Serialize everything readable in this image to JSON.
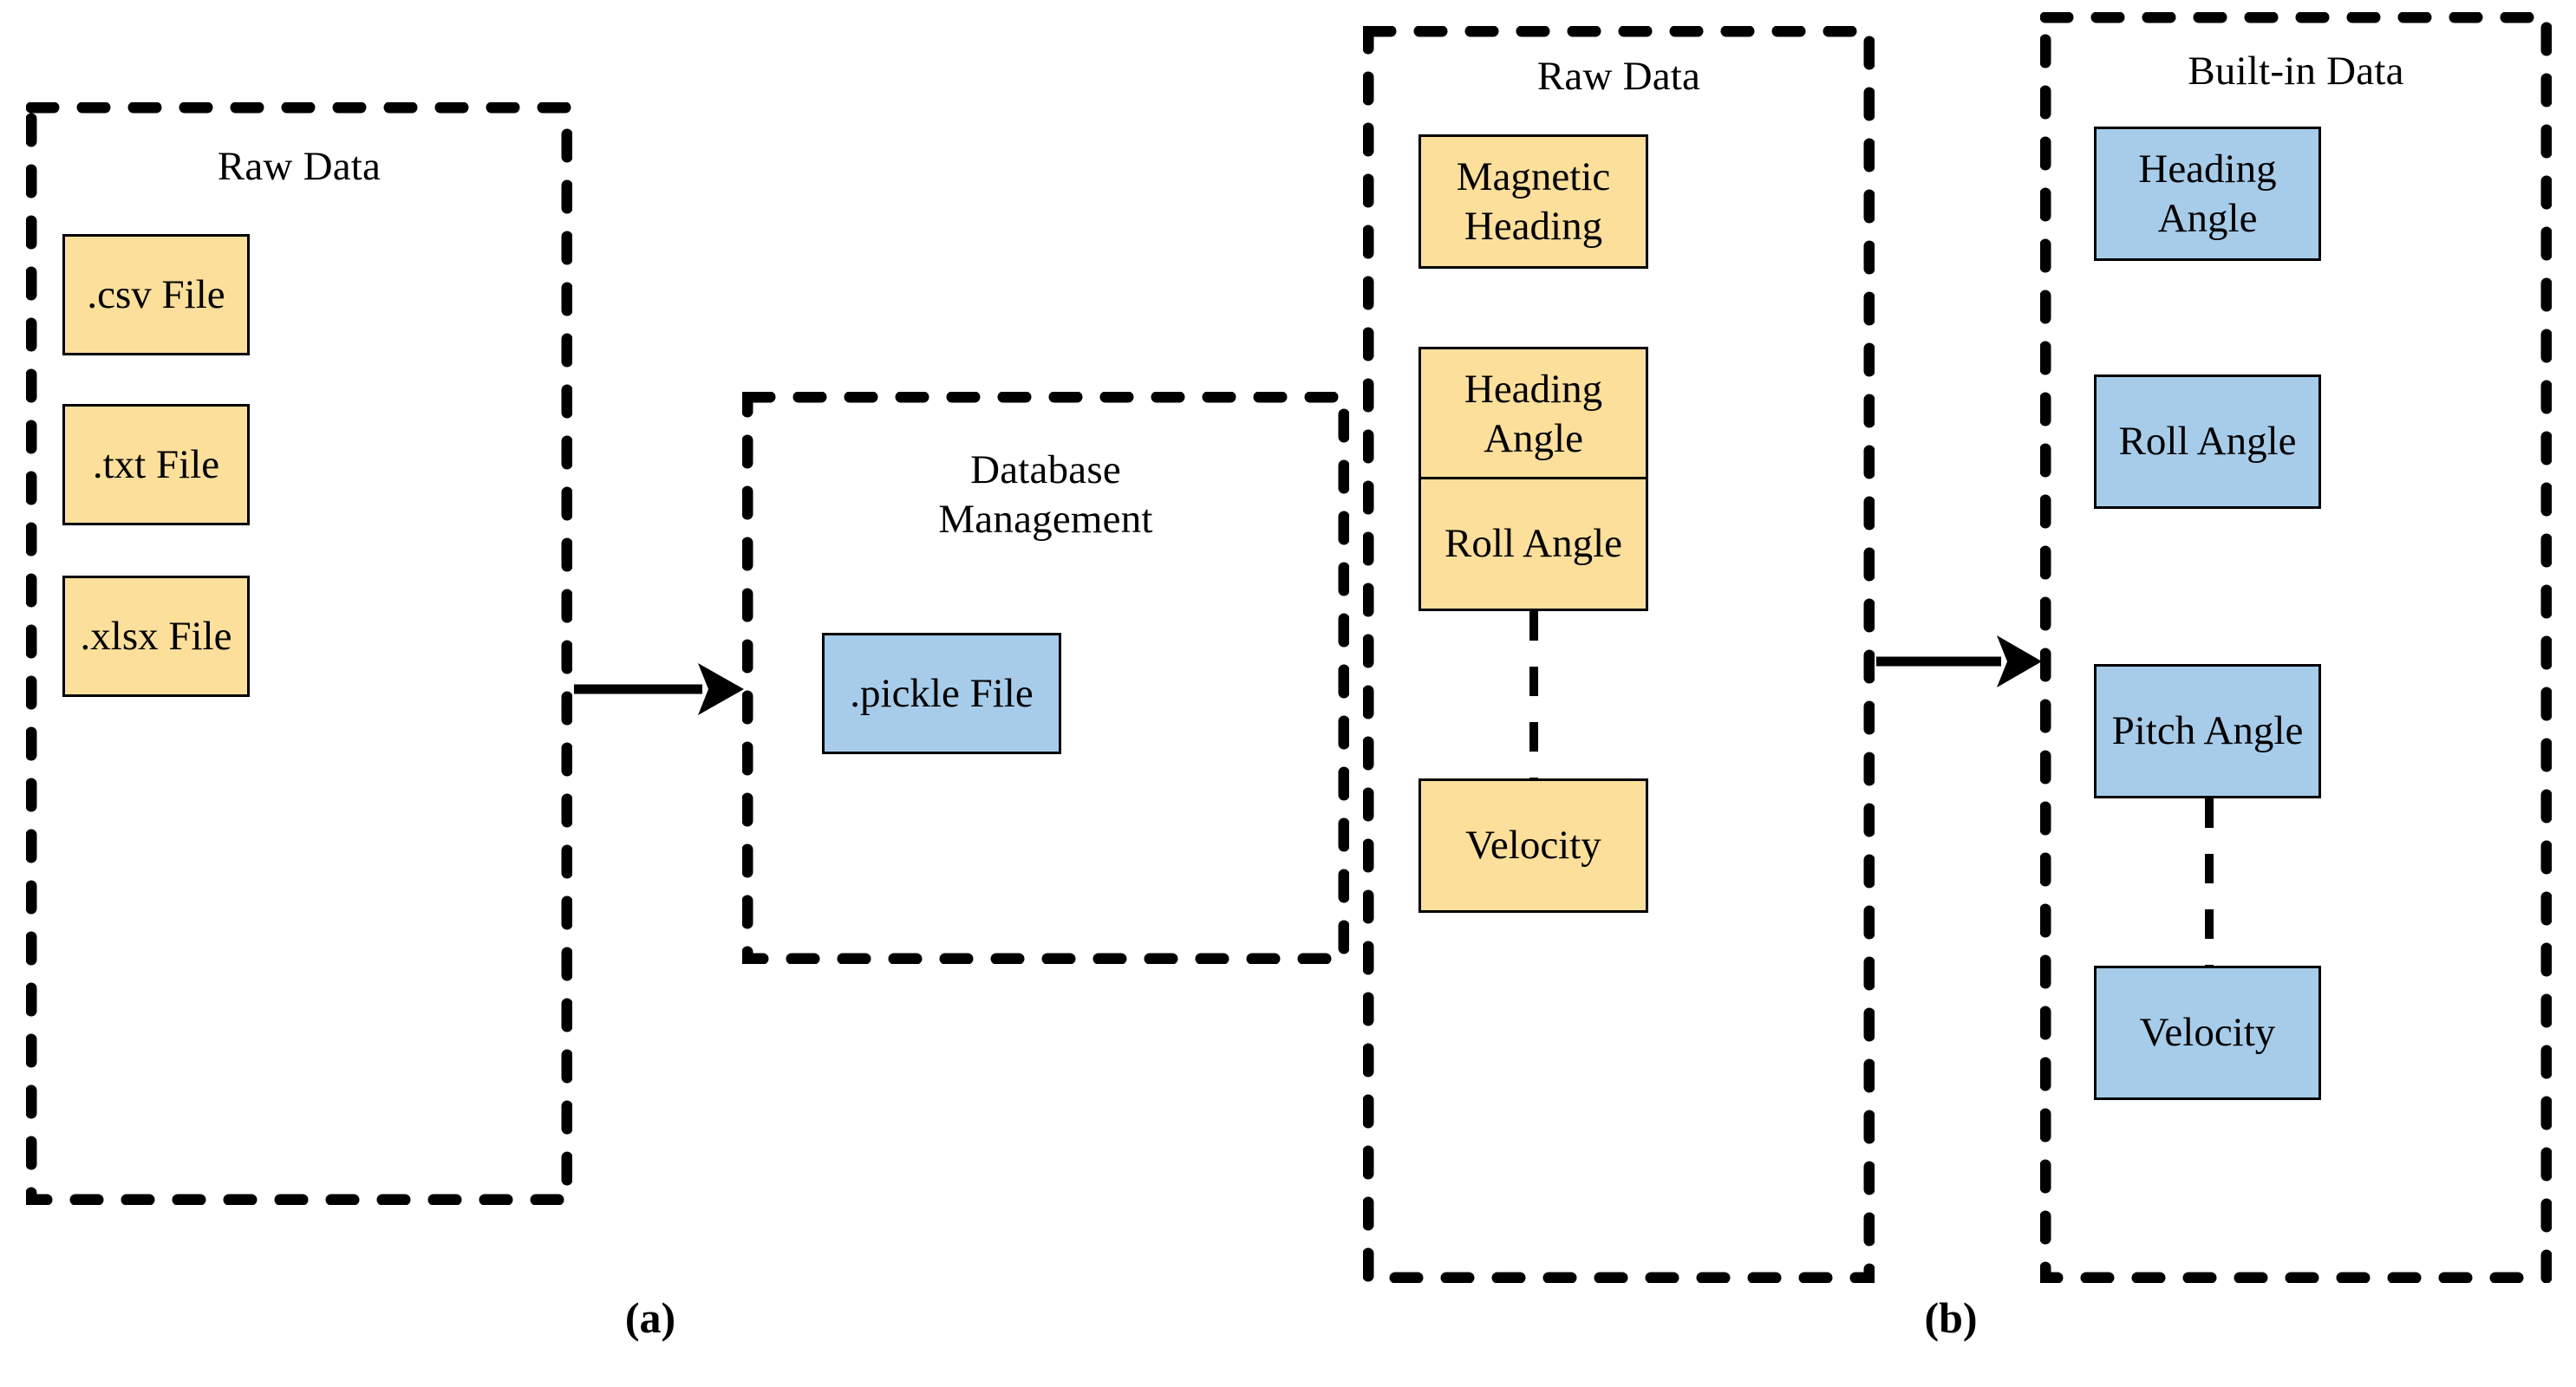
{
  "figure": {
    "background_color": "#ffffff",
    "stroke_color": "#000000",
    "yellow_fill": "#FBDF9B",
    "blue_fill": "#A7CCEA"
  },
  "subfigures": [
    {
      "id": "a",
      "caption": "(a)"
    },
    {
      "id": "b",
      "caption": "(b)"
    }
  ],
  "panels": {
    "raw_data_files": {
      "title": "Raw Data",
      "items": [
        {
          "label": ".csv File",
          "color": "yellow"
        },
        {
          "label": ".txt File",
          "color": "yellow"
        },
        {
          "label": ".xlsx File",
          "color": "yellow"
        }
      ]
    },
    "database_management": {
      "title": "Database\nManagement",
      "items": [
        {
          "label": ".pickle File",
          "color": "blue"
        }
      ]
    },
    "raw_data_signals": {
      "title": "Raw Data",
      "items": [
        {
          "label": "Magnetic\nHeading",
          "color": "yellow"
        },
        {
          "label": "Heading Angle",
          "color": "yellow"
        },
        {
          "label": "Roll Angle",
          "color": "yellow"
        },
        {
          "label": "Velocity",
          "color": "yellow"
        }
      ],
      "ellipsis_connector": {
        "from": "Roll Angle",
        "to": "Velocity",
        "style": "dashed-vertical"
      }
    },
    "built_in_data": {
      "title": "Built-in Data",
      "items": [
        {
          "label": "Heading Angle",
          "color": "blue"
        },
        {
          "label": "Roll Angle",
          "color": "blue"
        },
        {
          "label": "Pitch Angle",
          "color": "blue"
        },
        {
          "label": "Velocity",
          "color": "blue"
        }
      ],
      "ellipsis_connector": {
        "from": "Pitch Angle",
        "to": "Velocity",
        "style": "dashed-vertical"
      }
    }
  },
  "arrows": [
    {
      "name": "arrow-raw-to-database",
      "from": "raw_data_files",
      "to": "database_management"
    },
    {
      "name": "arrow-raw-to-builtin",
      "from": "raw_data_signals",
      "to": "built_in_data"
    }
  ]
}
